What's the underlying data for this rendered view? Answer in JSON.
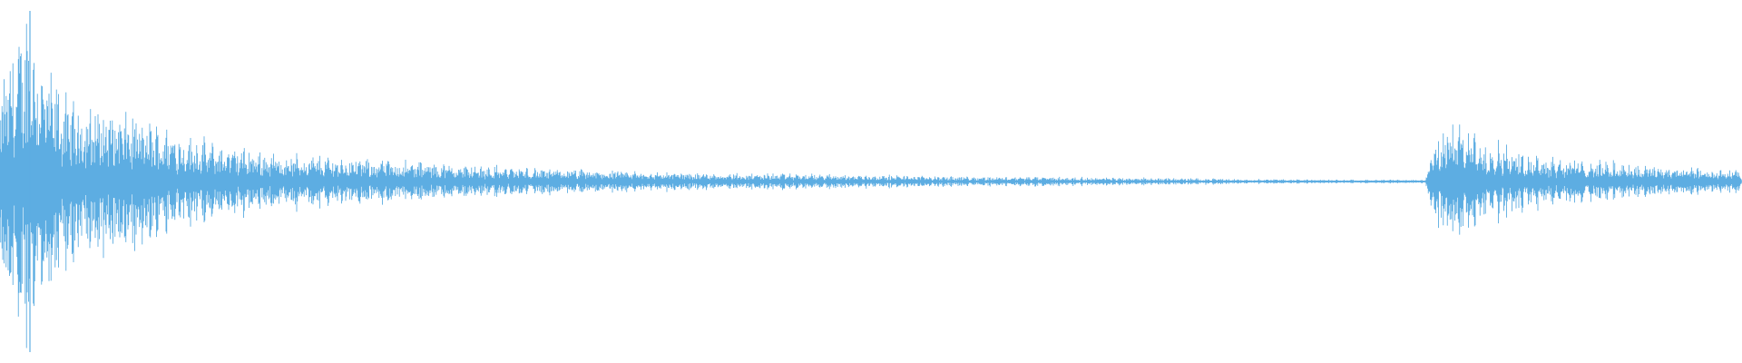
{
  "waveform": {
    "color": "#5dade2",
    "background": "#ffffff",
    "style": "mirrored-amplitude-bars",
    "envelope": [
      {
        "t": 0.0,
        "amp": 0.45
      },
      {
        "t": 0.004,
        "amp": 0.7
      },
      {
        "t": 0.01,
        "amp": 0.78
      },
      {
        "t": 0.016,
        "amp": 1.0
      },
      {
        "t": 0.025,
        "amp": 0.66
      },
      {
        "t": 0.04,
        "amp": 0.45
      },
      {
        "t": 0.065,
        "amp": 0.42
      },
      {
        "t": 0.09,
        "amp": 0.33
      },
      {
        "t": 0.12,
        "amp": 0.22
      },
      {
        "t": 0.16,
        "amp": 0.16
      },
      {
        "t": 0.21,
        "amp": 0.13
      },
      {
        "t": 0.26,
        "amp": 0.1
      },
      {
        "t": 0.32,
        "amp": 0.07
      },
      {
        "t": 0.38,
        "amp": 0.055
      },
      {
        "t": 0.45,
        "amp": 0.045
      },
      {
        "t": 0.55,
        "amp": 0.03
      },
      {
        "t": 0.65,
        "amp": 0.022
      },
      {
        "t": 0.72,
        "amp": 0.014
      },
      {
        "t": 0.78,
        "amp": 0.01
      },
      {
        "t": 0.818,
        "amp": 0.01
      },
      {
        "t": 0.822,
        "amp": 0.18
      },
      {
        "t": 0.828,
        "amp": 0.32
      },
      {
        "t": 0.836,
        "amp": 0.34
      },
      {
        "t": 0.85,
        "amp": 0.26
      },
      {
        "t": 0.87,
        "amp": 0.18
      },
      {
        "t": 0.9,
        "amp": 0.13
      },
      {
        "t": 0.94,
        "amp": 0.1
      },
      {
        "t": 0.97,
        "amp": 0.08
      },
      {
        "t": 1.0,
        "amp": 0.06
      }
    ]
  }
}
